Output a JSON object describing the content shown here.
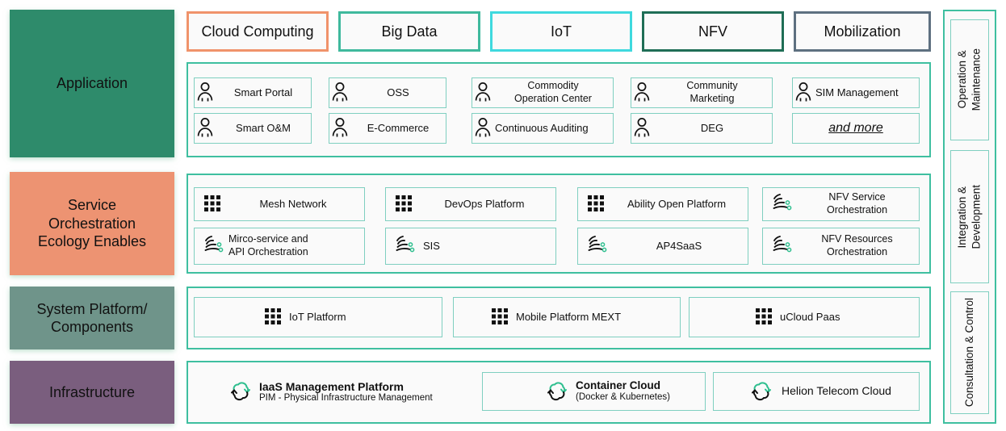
{
  "layers": [
    {
      "id": "application",
      "label": "Application",
      "color": "#2E8B6B",
      "items": [
        {
          "label": "Smart Portal",
          "icon": "person-icon"
        },
        {
          "label": "OSS",
          "icon": "person-icon"
        },
        {
          "label": "Commodity\nOperation Center",
          "icon": "person-icon"
        },
        {
          "label": "Community\nMarketing",
          "icon": "person-icon"
        },
        {
          "label": "SIM Management",
          "icon": "person-icon"
        },
        {
          "label": "Smart O&M",
          "icon": "person-icon"
        },
        {
          "label": "E-Commerce",
          "icon": "person-icon"
        },
        {
          "label": "Continuous Auditing",
          "icon": "person-icon"
        },
        {
          "label": "DEG",
          "icon": "person-icon"
        },
        {
          "label": "and more",
          "icon": "none"
        }
      ]
    },
    {
      "id": "service-orchestration",
      "label": "Service\nOrchestration\nEcology Enables",
      "color": "#ED9372",
      "items": [
        {
          "label": "Mesh Network",
          "icon": "grid-dots-icon"
        },
        {
          "label": "DevOps Platform",
          "icon": "grid-dots-icon"
        },
        {
          "label": "Ability Open Platform",
          "icon": "grid-dots-icon"
        },
        {
          "label": "NFV Service\nOrchestration",
          "icon": "orchestration-arc-icon"
        },
        {
          "label": "Mirco-service and\nAPI Orchestration",
          "icon": "orchestration-arc-icon"
        },
        {
          "label": "SIS",
          "icon": "orchestration-arc-icon"
        },
        {
          "label": "AP4SaaS",
          "icon": "orchestration-arc-icon"
        },
        {
          "label": "NFV Resources\nOrchestration",
          "icon": "orchestration-arc-icon"
        }
      ]
    },
    {
      "id": "system-platform",
      "label": "System Platform/\nComponents",
      "color": "#6F948A",
      "items": [
        {
          "label": "IoT Platform",
          "icon": "grid-dots-icon"
        },
        {
          "label": "Mobile Platform MEXT",
          "icon": "grid-dots-icon"
        },
        {
          "label": "uCloud Paas",
          "icon": "grid-dots-icon"
        }
      ]
    },
    {
      "id": "infrastructure",
      "label": "Infrastructure",
      "color": "#7A5E7E",
      "items": [
        {
          "label": "IaaS Management Platform",
          "sub": "PIM - Physical Infrastructure Management",
          "icon": "cloud-recycle-icon"
        },
        {
          "label": "Container Cloud",
          "sub": "(Docker & Kubernetes)",
          "icon": "cloud-recycle-icon"
        },
        {
          "label": "Helion Telecom Cloud",
          "sub": "",
          "icon": "cloud-recycle-icon"
        }
      ]
    }
  ],
  "tabs": [
    {
      "label": "Cloud Computing",
      "color": "#F0936B"
    },
    {
      "label": "Big Data",
      "color": "#3FB99D"
    },
    {
      "label": "IoT",
      "color": "#3FD9DE"
    },
    {
      "label": "NFV",
      "color": "#1F6E56"
    },
    {
      "label": "Mobilization",
      "color": "#5E7080"
    }
  ],
  "rail": {
    "items": [
      {
        "label": "Operation &\nMaintenance"
      },
      {
        "label": "Integration &\nDevelopment"
      },
      {
        "label": "Consultation & Control"
      }
    ]
  }
}
